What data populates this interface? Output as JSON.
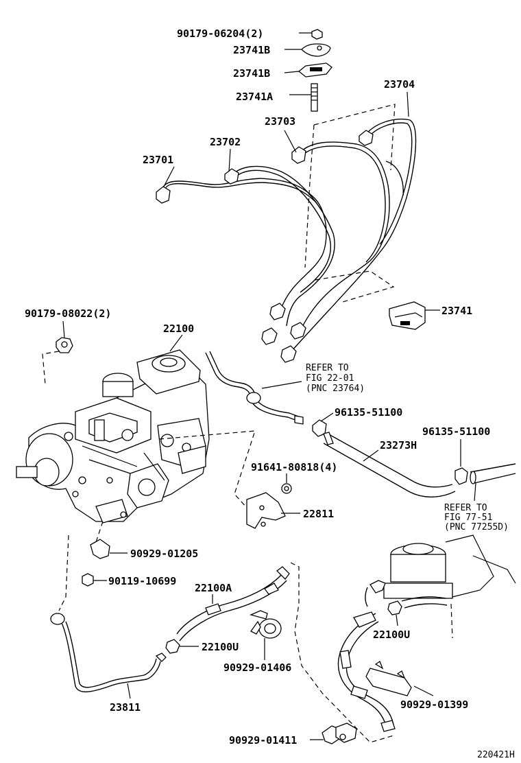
{
  "labels": {
    "p90179_06204": "90179-06204(2)",
    "p23741b_1": "23741B",
    "p23741b_2": "23741B",
    "p23741a": "23741A",
    "p23704": "23704",
    "p23703": "23703",
    "p23702": "23702",
    "p23701": "23701",
    "p23741": "23741",
    "p90179_08022": "90179-08022(2)",
    "p22100": "22100",
    "refer1_line1": "REFER TO",
    "refer1_line2": "FIG 22-01",
    "refer1_line3": "(PNC 23764)",
    "p96135_a": "96135-51100",
    "p96135_b": "96135-51100",
    "p23273h": "23273H",
    "p91641": "91641-80818(4)",
    "refer2_line1": "REFER TO",
    "refer2_line2": "FIG 77-51",
    "refer2_line3": "(PNC 77255D)",
    "p22811": "22811",
    "p90929_01205": "90929-01205",
    "p90119_10699": "90119-10699",
    "p22100a": "22100A",
    "p22100u_1": "22100U",
    "p22100u_2": "22100U",
    "p90929_01406": "90929-01406",
    "p23811": "23811",
    "p90929_01399": "90929-01399",
    "p90929_01411": "90929-01411",
    "figure_id": "220421H"
  },
  "icons": {
    "injection_pump": "fuel-injection-pump-drawing",
    "injection_pipes": "injection-pipe-set-drawing",
    "hoses": "fuel-hose-drawing",
    "clamps": "hose-clamp-drawing",
    "filter": "fuel-filter-housing-drawing"
  }
}
